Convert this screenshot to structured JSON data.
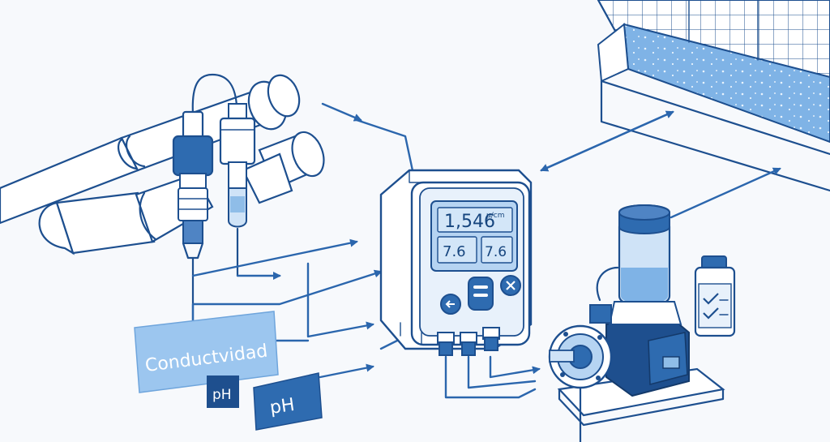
{
  "controller": {
    "reading_conductivity": "1,546",
    "reading_conductivity_unit": "µ/cm",
    "reading_ph": "7.6",
    "reading_temp": "7.6"
  },
  "labels": {
    "conductivity": "Conductvidad",
    "ph_small": "pH",
    "ph_large": "pH"
  },
  "colors": {
    "line": "#1d4f8f",
    "accent": "#2b66ad",
    "label_light": "#9cc6ef",
    "label_dark": "#2e6bb0",
    "label_navy": "#1e4f8e",
    "screen": "#b6d4f2",
    "water": "#8fbde8"
  }
}
